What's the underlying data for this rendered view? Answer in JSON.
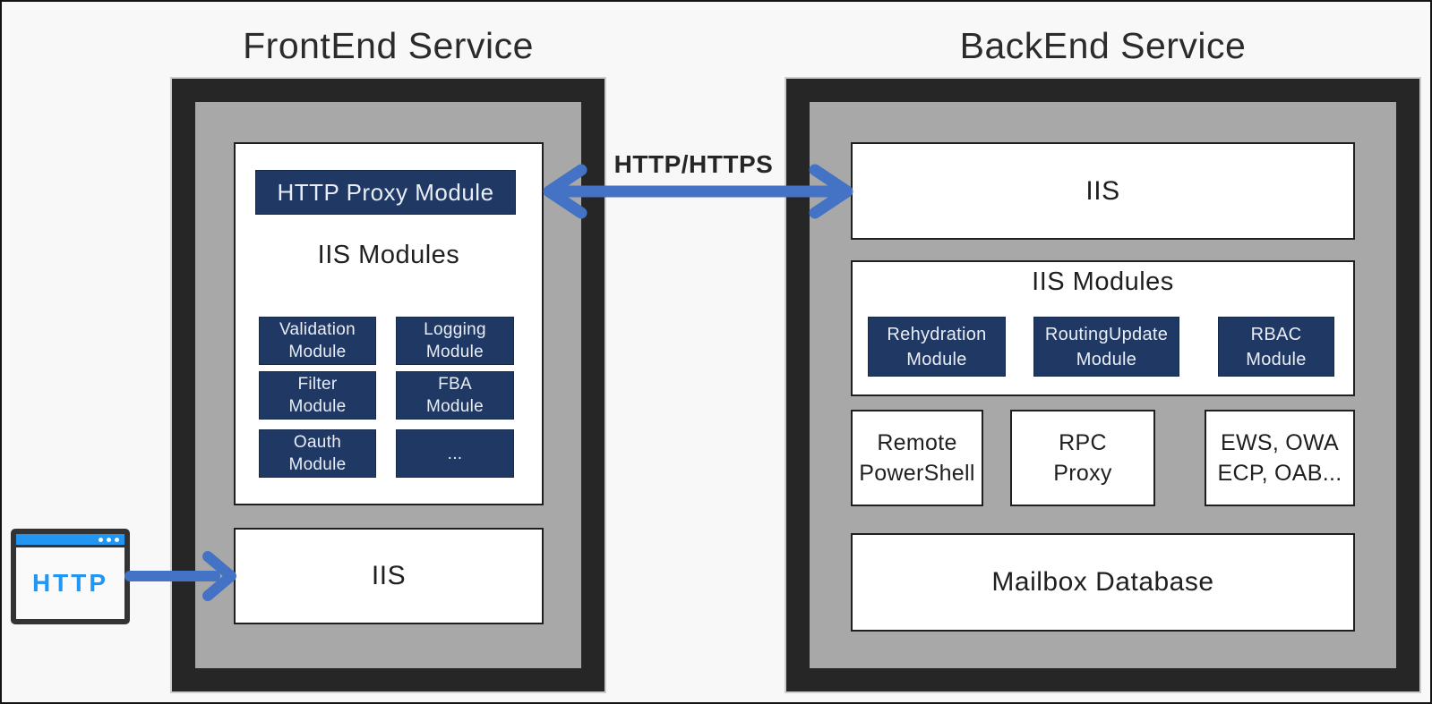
{
  "frontend": {
    "title": "FrontEnd Service",
    "http_proxy_module": "HTTP Proxy Module",
    "panel_title": "IIS Modules",
    "modules": [
      "Validation\nModule",
      "Logging\nModule",
      "Filter\nModule",
      "FBA\nModule",
      "Oauth\nModule",
      "..."
    ],
    "iis": "IIS"
  },
  "backend": {
    "title": "BackEnd Service",
    "iis": "IIS",
    "panel_title": "IIS Modules",
    "modules": [
      "Rehydration\nModule",
      "RoutingUpdate\nModule",
      "RBAC\nModule"
    ],
    "services": [
      "Remote\nPowerShell",
      "RPC\nProxy",
      "EWS, OWA\nECP, OAB..."
    ],
    "database": "Mailbox Database"
  },
  "client": {
    "label": "HTTP"
  },
  "connections": {
    "frontend_backend": "HTTP/HTTPS"
  },
  "colors": {
    "navy": "#1f3864",
    "container_gray": "#a8a8a8",
    "frame_black": "#262626",
    "arrow_blue": "#4472c4",
    "browser_blue": "#2196f3",
    "background": "#f8f8f8"
  }
}
